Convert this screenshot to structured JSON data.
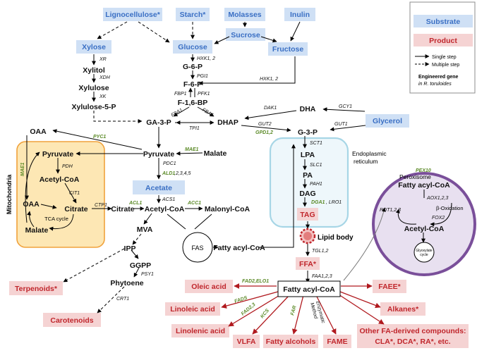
{
  "substrates": {
    "lignocellulose": "Lignocellulose*",
    "starch": "Starch*",
    "molasses": "Molasses",
    "inulin": "Inulin",
    "sucrose": "Sucrose",
    "xylose": "Xylose",
    "glucose": "Glucose",
    "fructose": "Fructose",
    "glycerol": "Glycerol",
    "acetate": "Acetate"
  },
  "metabolites": {
    "xylitol": "Xylitol",
    "xylulose": "Xylulose",
    "xylulose5p": "Xylulose-5-P",
    "g6p": "G-6-P",
    "f6p": "F-6-P",
    "f16bp": "F-1,6-BP",
    "ga3p": "GA-3-P",
    "dhap": "DHAP",
    "dha": "DHA",
    "g3p": "G-3-P",
    "oaa_top": "OAA",
    "pyruvate_mito": "Pyruvate",
    "acetylcoa_mito": "Acetyl-CoA",
    "oaa_mito": "OAA",
    "citrate_mito": "Citrate",
    "malate_mito": "Malate",
    "tca_cycle": "TCA cycle",
    "pyruvate": "Pyruvate",
    "malate": "Malate",
    "citrate": "Citrate",
    "acetylcoa": "Acetyl-CoA",
    "malonylcoa": "Malonyl-CoA",
    "mva": "MVA",
    "ipp": "IPP",
    "ggpp": "GGPP",
    "phytoene": "Phytoene",
    "fas": "FAS",
    "fattyacylcoa_cyt": "Fatty acyl-CoA",
    "lpa": "LPA",
    "pa": "PA",
    "dag": "DAG",
    "lipid_body": "Lipid body",
    "fattyacylcoa_center": "Fatty acyl-CoA",
    "fattyacylcoa_perox": "Fatty acyl-CoA",
    "beta_oxidation": "β-Oxidation",
    "acetylcoa_perox": "Acetyl-CoA",
    "glyoxylate_cycle": "Glyoxylate cycle"
  },
  "products": {
    "tag": "TAG",
    "ffa": "FFA*",
    "terpenoids": "Terpenoids*",
    "carotenoids": "Carotenoids",
    "oleic": "Oleic acid",
    "linoleic": "Linoleic acid",
    "linolenic": "Linolenic acid",
    "vlfa": "VLFA",
    "fatty_alcohols": "Fatty alcohols",
    "fame": "FAME",
    "faee": "FAEE*",
    "alkanes": "Alkanes*",
    "other_line1": "Other FA-derived compounds:",
    "other_line2": "CLA*, DCA*, RA*, etc."
  },
  "compartments": {
    "mitochondria": "Mitochondria",
    "er_line1": "Endoplasmic",
    "er_line2": "reticulum",
    "peroxisome": "Peroxisome"
  },
  "enzymes": {
    "xr": "XR",
    "xdh": "XDH",
    "xk": "XK",
    "hxk_top": "HXK1, 2",
    "pgi1": "PGI1",
    "fbp1": "FBP1",
    "pfk1": "PFK1",
    "fba1_left": "FBA1",
    "fba1_right": "FBA1",
    "tpi1": "TPI1",
    "hxk_right": "HXK1, 2",
    "dak1": "DAK1",
    "gcy1": "GCY1",
    "gut2": "GUT2",
    "gut1": "GUT1",
    "pdh": "PDH",
    "cit1": "CIT1",
    "pdc1": "PDC1",
    "ald1_rest": ",2,3,4,5",
    "ctp1": "CTP1",
    "acs1": "ACS1",
    "sct1": "SCT1",
    "slc1": "SLC1",
    "pah1": "PAH1",
    "lro1": ", LRO1",
    "tgl12": "TGL1,2",
    "faa123": "FAA1,2,3",
    "psy1": "PSY1",
    "crt1": "CRT1",
    "aox123": "AOX1,2,3",
    "pot123": "POT1,2,3",
    "fox2": "FOX2",
    "enzymatic_line1": "Enzymatic",
    "enzymatic_line2": "Method"
  },
  "engineered_genes": {
    "pyc1": "PYC1",
    "mae1_cyt": "MAE1",
    "mae1_mito": "MAE1",
    "ald1": "ALD1",
    "acl1": "ACL1",
    "acc1": "ACC1",
    "gpd12": "GPD1,2",
    "dga1": "DGA1",
    "pex10": "PEX10",
    "fad2_elo1": "FAD2,ELO1",
    "fads": "FADS",
    "fad23": "FAD2,3",
    "kcs": "KCS",
    "far": "FAR"
  },
  "legend": {
    "substrate": "Substrate",
    "product": "Product",
    "single_step": "Single step",
    "multiple_step": "Multiple step",
    "engineered_line1": "Engineered gene",
    "engineered_line2": "in R. toruloides"
  },
  "colors": {
    "substrate_box": "#cfe0f5",
    "substrate_text": "#3a6fc4",
    "product_box": "#f5d3d3",
    "product_text": "#c0262c",
    "engineered_gene": "#5b8a27",
    "mitochondria_fill": "#fde7b4",
    "mitochondria_border": "#f0a23c",
    "er_border": "#a7d6e6",
    "peroxisome_fill": "#e8e0f0",
    "peroxisome_border": "#7a4f9a",
    "product_arrow": "#b0191e"
  }
}
